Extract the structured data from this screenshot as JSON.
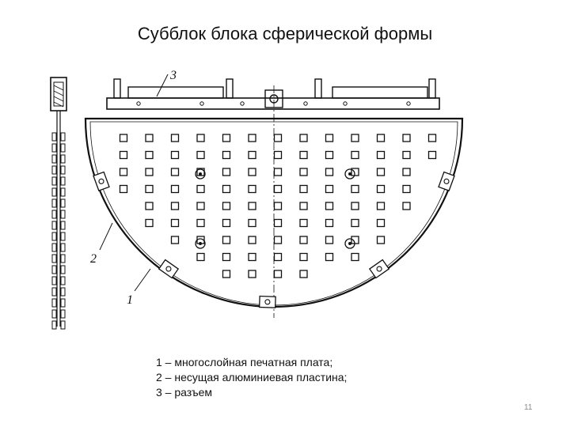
{
  "slide": {
    "title": "Субблок блока сферической формы",
    "page_number": "11"
  },
  "legend": [
    "1 – многослойная печатная плата;",
    "2 – несущая алюминиевая пластина;",
    "3 – разъем"
  ],
  "diagram": {
    "callouts": [
      "3",
      "2",
      "1"
    ],
    "grid_columns": 13,
    "line_color": "#111111"
  }
}
